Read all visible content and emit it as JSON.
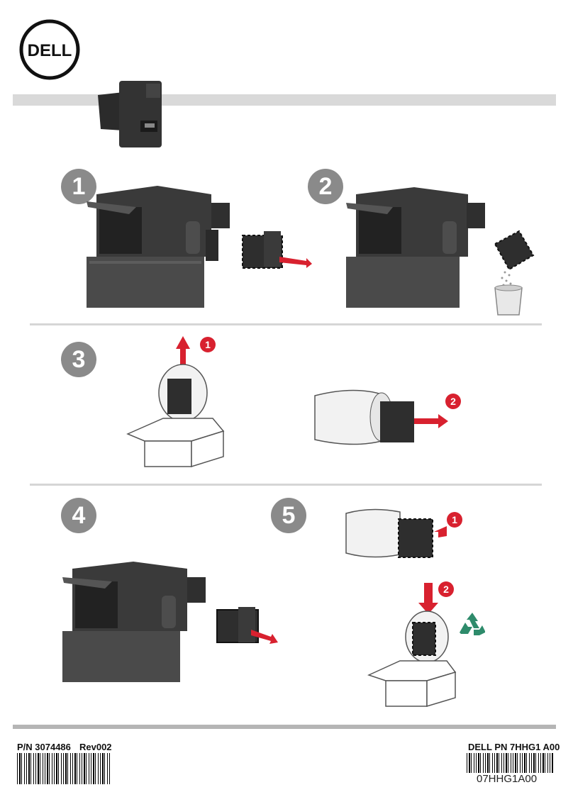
{
  "brand": {
    "logo_text": "DELL"
  },
  "steps": [
    {
      "number": "1"
    },
    {
      "number": "2"
    },
    {
      "number": "3",
      "substeps": [
        "1",
        "2"
      ]
    },
    {
      "number": "4"
    },
    {
      "number": "5",
      "substeps": [
        "1",
        "2"
      ]
    }
  ],
  "footer": {
    "part_number": "P/N 3074486",
    "revision": "Rev002",
    "dell_pn": "DELL PN 7HHG1 A00",
    "barcode_text": "07HHG1A00"
  },
  "colors": {
    "accent_red": "#d8212f",
    "badge_gray": "#8a8a8a",
    "recycle_green": "#2e8b6b",
    "header_bar": "#d9d9d9"
  },
  "icons": [
    "dell-logo",
    "recycle-icon",
    "arrow-up-icon",
    "arrow-right-icon",
    "arrow-left-icon",
    "arrow-down-icon"
  ]
}
